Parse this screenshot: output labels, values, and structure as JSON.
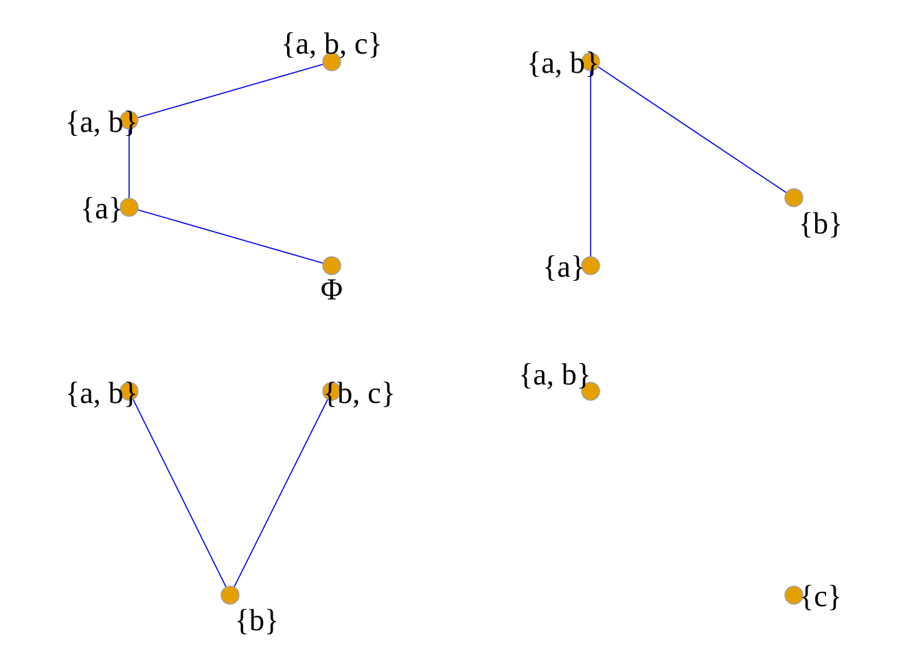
{
  "colors": {
    "node_fill": "#E69F00",
    "node_border": "#A0A0A0",
    "edge": "#0000EE",
    "background": "#FFFFFF"
  },
  "graphs": [
    {
      "nodes": [
        {
          "id": "abc",
          "label": "{a, b, c}"
        },
        {
          "id": "ab",
          "label": "{a, b}"
        },
        {
          "id": "a",
          "label": "{a}"
        },
        {
          "id": "phi",
          "label": "Φ"
        }
      ],
      "edges": [
        [
          "abc",
          "ab"
        ],
        [
          "ab",
          "a"
        ],
        [
          "a",
          "phi"
        ]
      ]
    },
    {
      "nodes": [
        {
          "id": "ab",
          "label": "{a, b}"
        },
        {
          "id": "b",
          "label": "{b}"
        },
        {
          "id": "a",
          "label": "{a}"
        }
      ],
      "edges": [
        [
          "ab",
          "b"
        ],
        [
          "ab",
          "a"
        ]
      ]
    },
    {
      "nodes": [
        {
          "id": "ab",
          "label": "{a, b}"
        },
        {
          "id": "bc",
          "label": "{b, c}"
        },
        {
          "id": "b",
          "label": "{b}"
        }
      ],
      "edges": [
        [
          "ab",
          "b"
        ],
        [
          "bc",
          "b"
        ]
      ]
    },
    {
      "nodes": [
        {
          "id": "ab",
          "label": "{a, b}"
        },
        {
          "id": "c",
          "label": "{c}"
        }
      ],
      "edges": []
    }
  ]
}
